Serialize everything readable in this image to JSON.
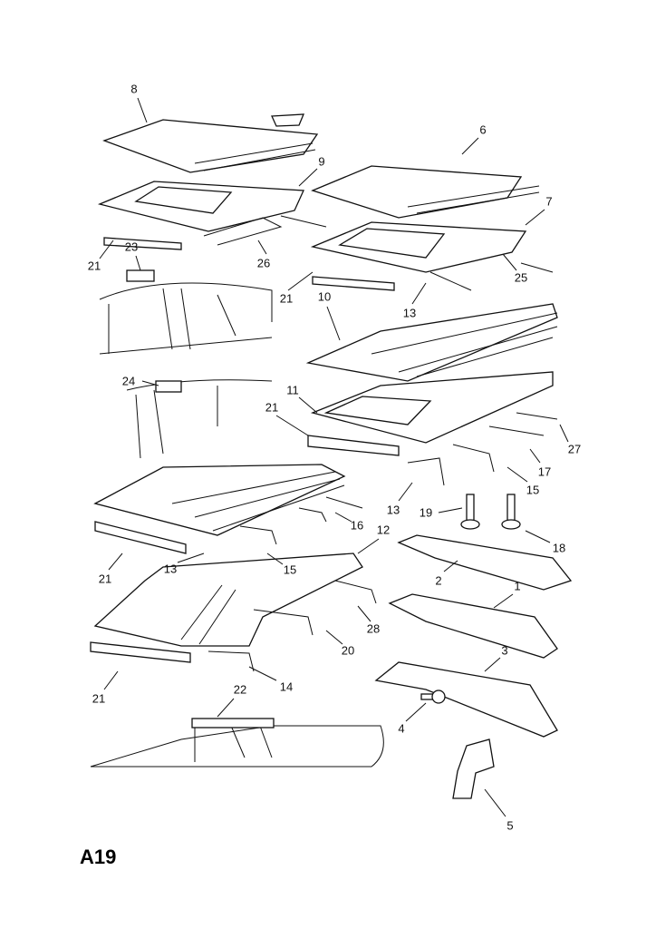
{
  "page_code": "A19",
  "callouts": [
    "8",
    "6",
    "9",
    "7",
    "21",
    "23",
    "26",
    "21",
    "25",
    "13",
    "10",
    "24",
    "21",
    "11",
    "27",
    "17",
    "15",
    "13",
    "19",
    "18",
    "16",
    "12",
    "15",
    "21",
    "13",
    "2",
    "1",
    "28",
    "20",
    "14",
    "21",
    "3",
    "22",
    "4",
    "5"
  ]
}
